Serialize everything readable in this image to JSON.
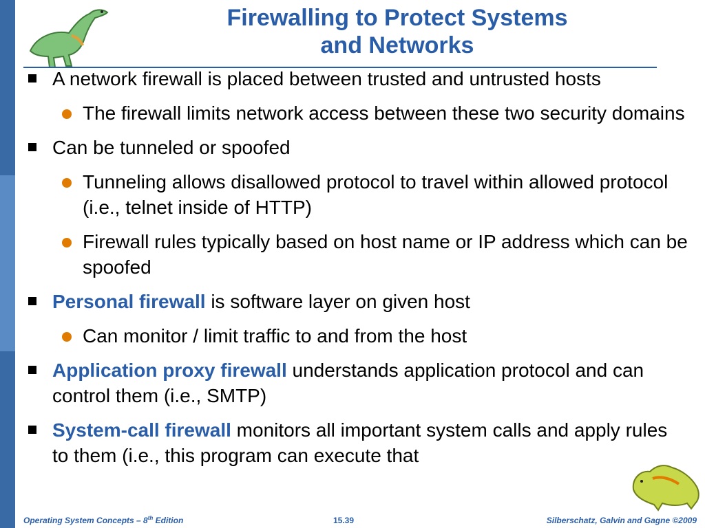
{
  "slide": {
    "title_line1": "Firewalling to Protect Systems",
    "title_line2": "and Networks"
  },
  "bullets": [
    {
      "level": 1,
      "text": "A network firewall is placed between trusted and untrusted hosts"
    },
    {
      "level": 2,
      "text": "The firewall limits network access between these two security domains"
    },
    {
      "level": 1,
      "text": "Can be tunneled or spoofed"
    },
    {
      "level": 2,
      "text": "Tunneling allows disallowed protocol to travel within allowed protocol (i.e., telnet inside of HTTP)"
    },
    {
      "level": 2,
      "text": "Firewall rules typically based on host name or IP address which can be spoofed"
    },
    {
      "level": 1,
      "highlight": "Personal firewall",
      "text": " is software layer on given host"
    },
    {
      "level": 2,
      "text": "Can monitor / limit traffic to and from the host"
    },
    {
      "level": 1,
      "highlight": "Application proxy firewall",
      "text": " understands application protocol and can control them (i.e., SMTP)"
    },
    {
      "level": 1,
      "highlight": "System-call firewall",
      "text": " monitors all important system calls and apply rules to them (i.e., this program can execute that"
    }
  ],
  "footer": {
    "left_prefix": "Operating System Concepts – 8",
    "left_sup": "th",
    "left_suffix": " Edition",
    "page": "15.39",
    "right": "Silberschatz, Galvin and Gagne ©2009"
  },
  "colors": {
    "title": "#2a5da8",
    "highlight": "#2a5da8",
    "sub_bullet": "#e07b00",
    "sidebar_dark": "#3a6aa6",
    "sidebar_light": "#5b8bc4"
  },
  "icons": {
    "top_left": "dinosaur-logo-icon",
    "bottom_right": "dinosaur-logo-icon"
  }
}
